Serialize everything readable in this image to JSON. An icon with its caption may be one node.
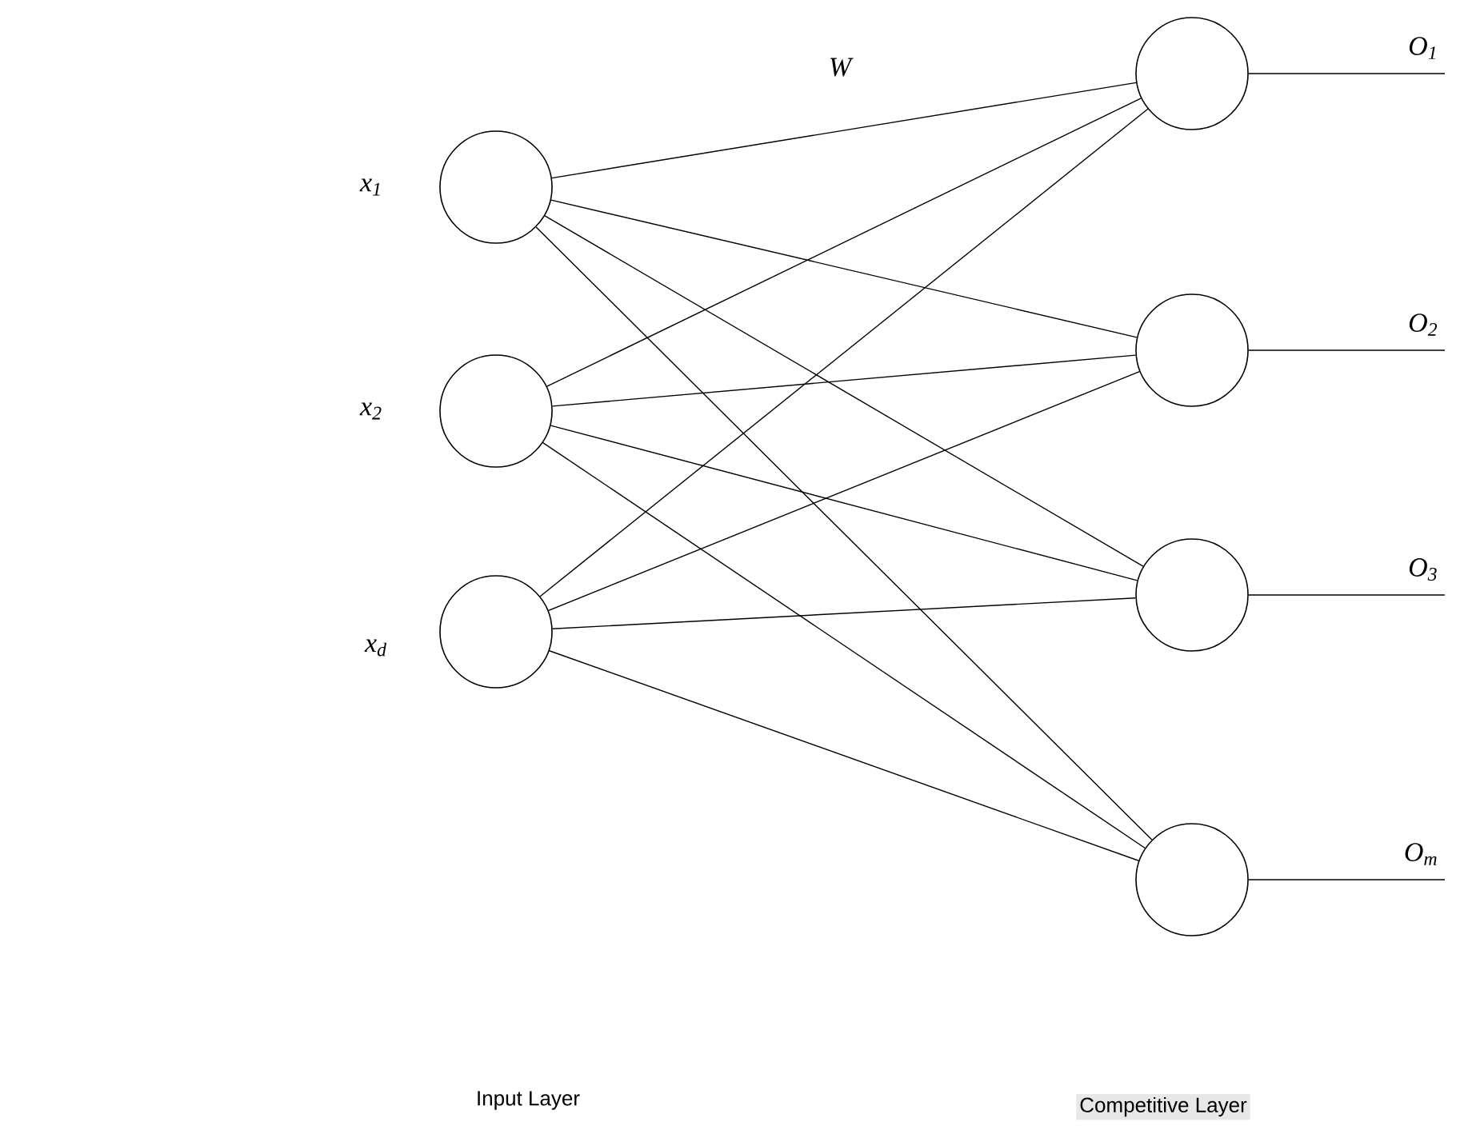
{
  "diagram": {
    "nodes": [
      {
        "text": [],
        "shape": "circle",
        "beside": [
          "x$_{1}$"
        ]
      },
      {
        "text": [],
        "shape": "circle",
        "beside": [
          "x$_{2}$"
        ]
      },
      {
        "text": [],
        "shape": "circle",
        "beside": [
          "x$_{d}$"
        ]
      },
      {
        "text": [],
        "shape": "circle"
      },
      {
        "text": [],
        "shape": "circle"
      },
      {
        "text": [],
        "shape": "circle"
      },
      {
        "text": [],
        "shape": "circle"
      }
    ],
    "edges": [
      {
        "from": 0,
        "to": 3,
        "arrow": "none"
      },
      {
        "from": 0,
        "to": 4,
        "arrow": "none"
      },
      {
        "from": 0,
        "to": 5,
        "arrow": "none"
      },
      {
        "from": 0,
        "to": 6,
        "arrow": "none"
      },
      {
        "from": 1,
        "to": 3,
        "arrow": "none"
      },
      {
        "from": 1,
        "to": 4,
        "arrow": "none"
      },
      {
        "from": 1,
        "to": 5,
        "arrow": "none"
      },
      {
        "from": 1,
        "to": 6,
        "arrow": "none"
      },
      {
        "from": 2,
        "to": 3,
        "arrow": "none"
      },
      {
        "from": 2,
        "to": 4,
        "arrow": "none"
      },
      {
        "from": 2,
        "to": 5,
        "arrow": "none"
      },
      {
        "from": 2,
        "to": 6,
        "arrow": "none"
      },
      {
        "from": 3,
        "to": null,
        "arrow": "none",
        "label": "O$_{1}$"
      },
      {
        "from": 4,
        "to": null,
        "arrow": "none",
        "label": "O$_{2}$"
      },
      {
        "from": 5,
        "to": null,
        "arrow": "none",
        "label": "O$_{3}$"
      },
      {
        "from": 6,
        "to": null,
        "arrow": "none",
        "label": "O$_{m}$"
      }
    ],
    "labels": [
      "W",
      "Input Layer",
      "Competitive Layer"
    ]
  }
}
